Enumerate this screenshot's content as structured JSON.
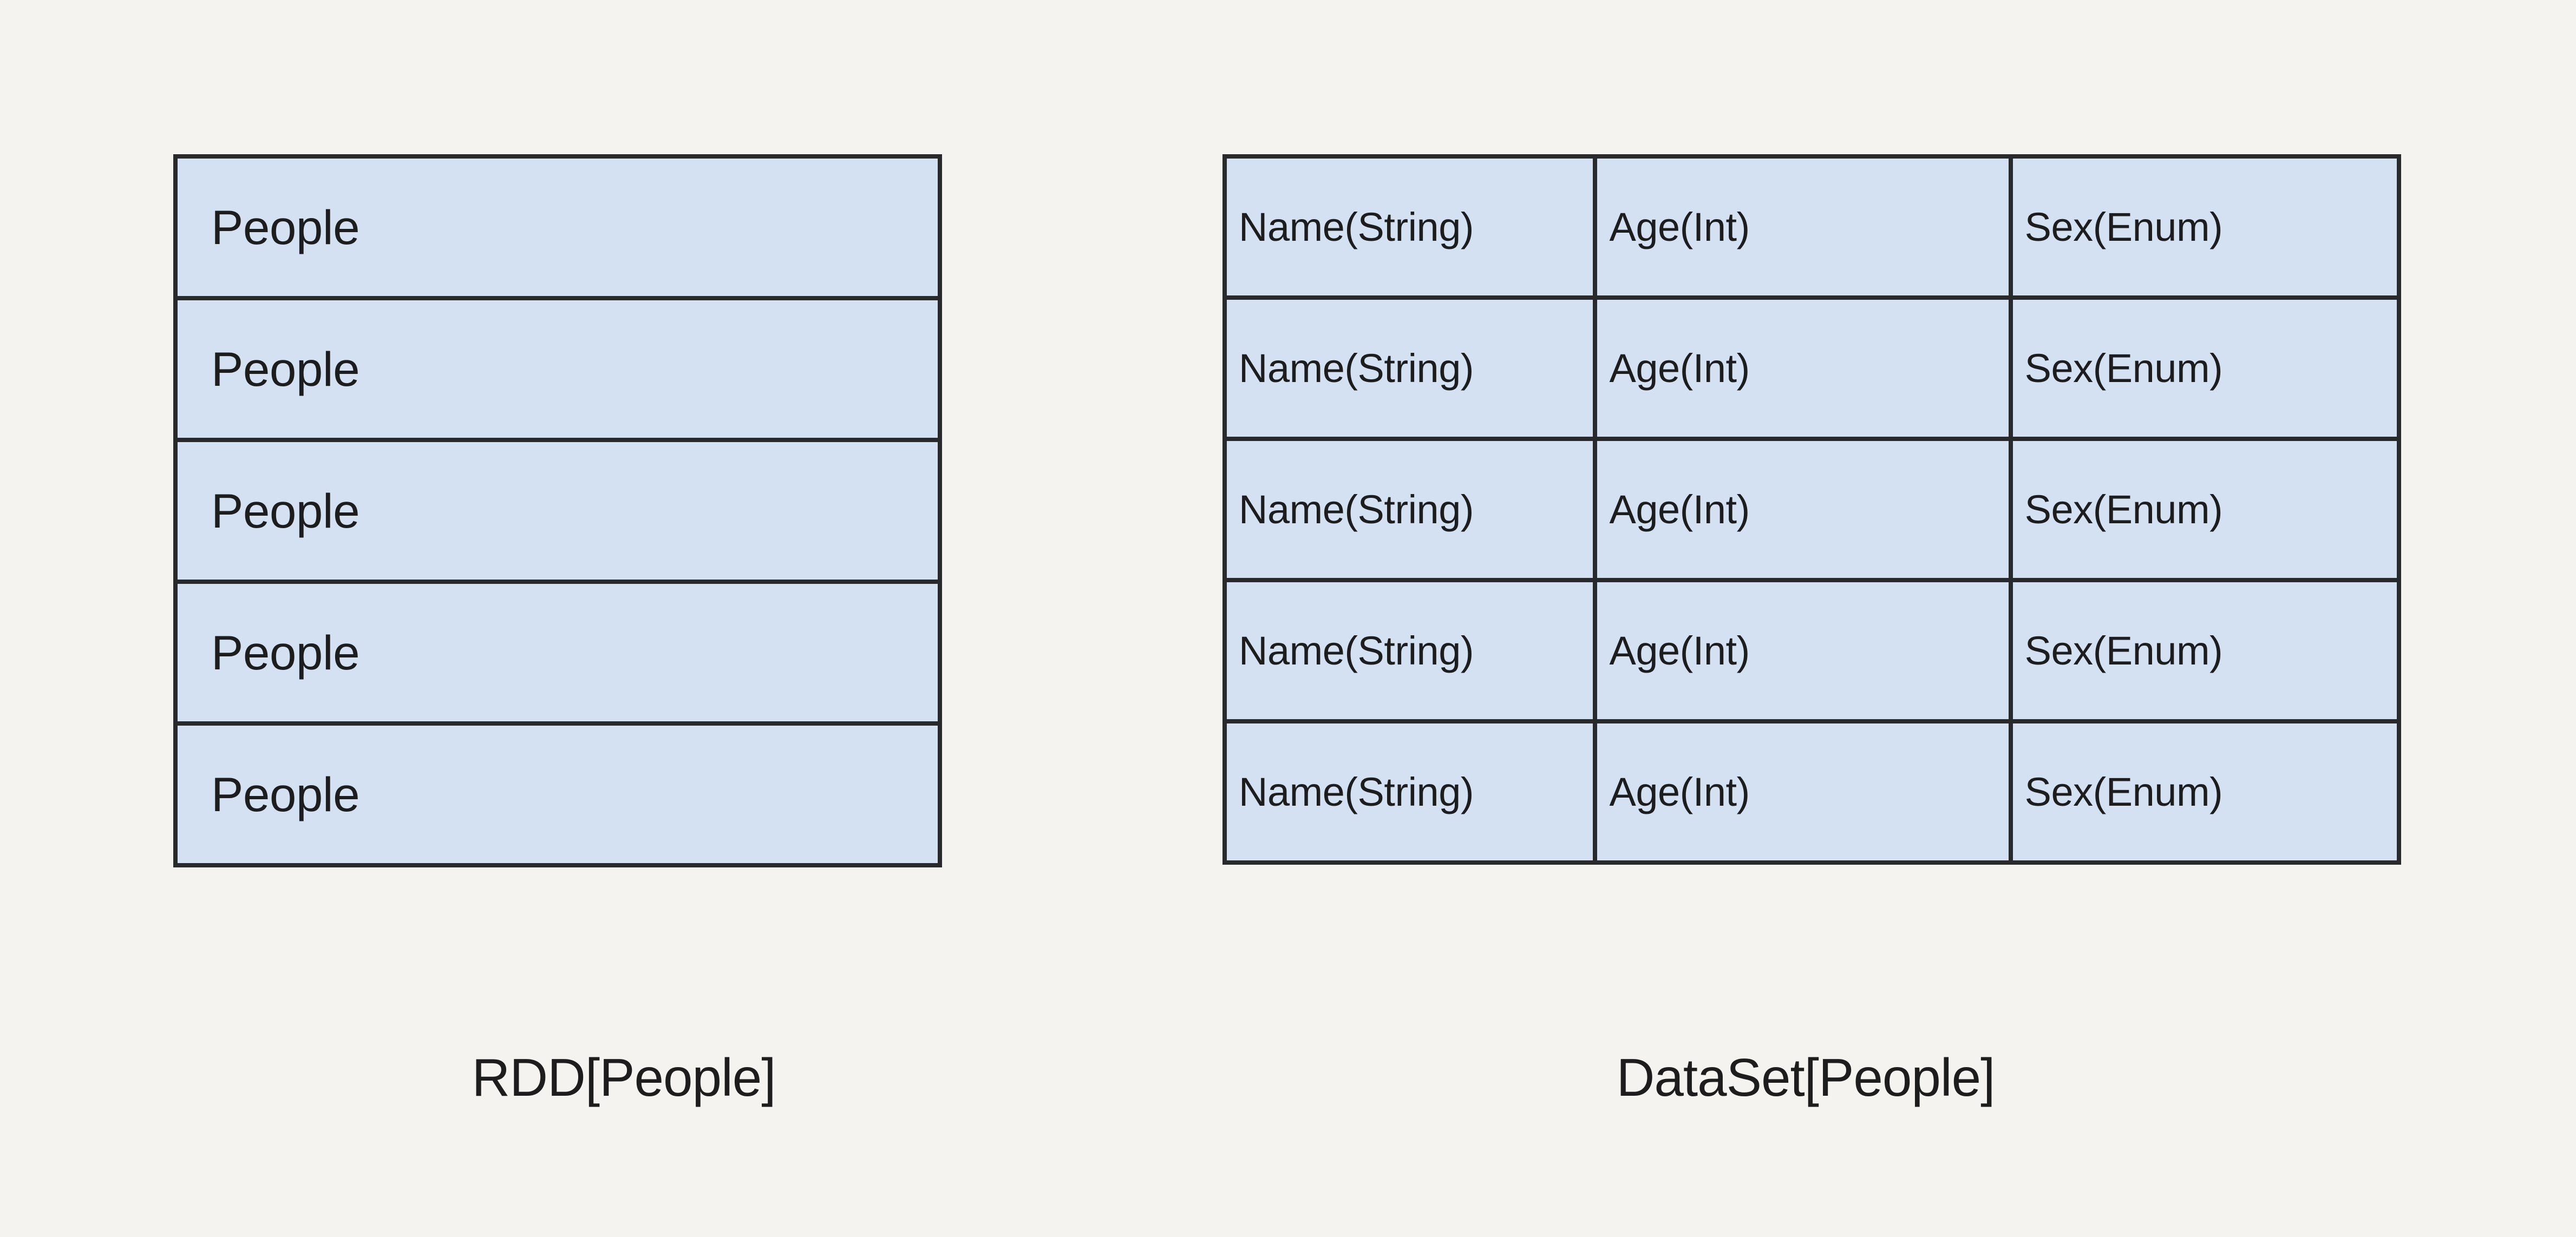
{
  "page": {
    "background_color": "#f4f3ef",
    "title": "RDD vs DataSet comparison diagram"
  },
  "style": {
    "cell_fill_color": "#d4e1f2",
    "border_color": "#28292b",
    "text_color": "#1d1d1d"
  },
  "rdd": {
    "caption": "RDD[People]",
    "columns": [
      "People"
    ],
    "rows": [
      {
        "cells": [
          "People"
        ]
      },
      {
        "cells": [
          "People"
        ]
      },
      {
        "cells": [
          "People"
        ]
      },
      {
        "cells": [
          "People"
        ]
      },
      {
        "cells": [
          "People"
        ]
      }
    ]
  },
  "dataset": {
    "caption": "DataSet[People]",
    "columns": [
      "Name(String)",
      "Age(Int)",
      "Sex(Enum)"
    ],
    "rows": [
      {
        "cells": [
          "Name(String)",
          "Age(Int)",
          "Sex(Enum)"
        ]
      },
      {
        "cells": [
          "Name(String)",
          "Age(Int)",
          "Sex(Enum)"
        ]
      },
      {
        "cells": [
          "Name(String)",
          "Age(Int)",
          "Sex(Enum)"
        ]
      },
      {
        "cells": [
          "Name(String)",
          "Age(Int)",
          "Sex(Enum)"
        ]
      },
      {
        "cells": [
          "Name(String)",
          "Age(Int)",
          "Sex(Enum)"
        ]
      }
    ]
  }
}
